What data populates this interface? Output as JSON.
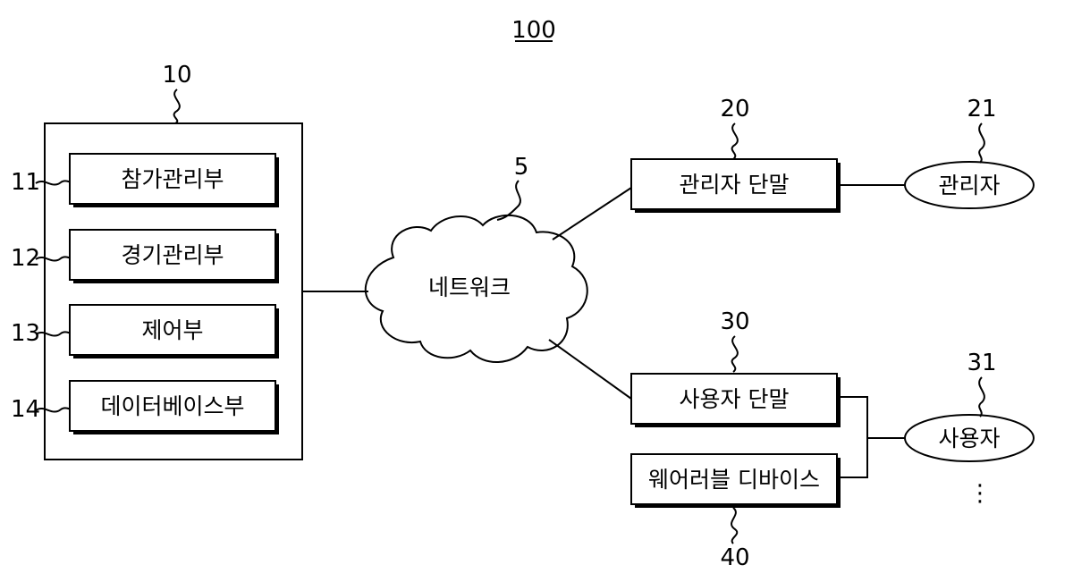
{
  "figure": {
    "number": "100"
  },
  "server": {
    "ref": "10",
    "modules": [
      {
        "ref": "11",
        "label": "참가관리부"
      },
      {
        "ref": "12",
        "label": "경기관리부"
      },
      {
        "ref": "13",
        "label": "제어부"
      },
      {
        "ref": "14",
        "label": "데이터베이스부"
      }
    ]
  },
  "network": {
    "ref": "5",
    "label": "네트워크"
  },
  "admin_terminal": {
    "ref": "20",
    "label": "관리자 단말"
  },
  "admin": {
    "ref": "21",
    "label": "관리자"
  },
  "user_terminal": {
    "ref": "30",
    "label": "사용자 단말"
  },
  "user": {
    "ref": "31",
    "label": "사용자",
    "more": "⋮"
  },
  "wearable": {
    "ref": "40",
    "label": "웨어러블 디바이스"
  }
}
